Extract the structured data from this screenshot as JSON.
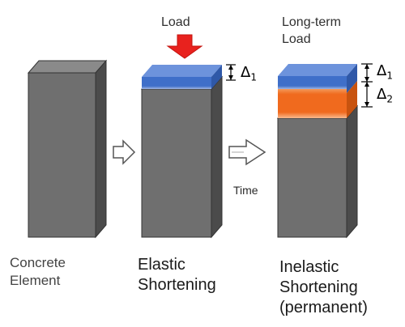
{
  "labels": {
    "load": "Load",
    "long_term_load_line1": "Long-term",
    "long_term_load_line2": "Load",
    "delta_symbol": "Δ",
    "delta_1": "1",
    "delta_2": "2",
    "time": "Time",
    "concrete_line1": "Concrete",
    "concrete_line2": "Element",
    "elastic_line1": "Elastic",
    "elastic_line2": "Shortening",
    "inelastic_line1": "Inelastic",
    "inelastic_line2": "Shortening",
    "inelastic_line3": "(permanent)"
  },
  "colors": {
    "column_front": "#6e6e6e",
    "column_side": "#4a4a4a",
    "column_top": "#888888",
    "elastic_layer": "#3f6fc9",
    "inelastic_layer": "#f06a1e",
    "load_arrow": "#e8221e"
  }
}
